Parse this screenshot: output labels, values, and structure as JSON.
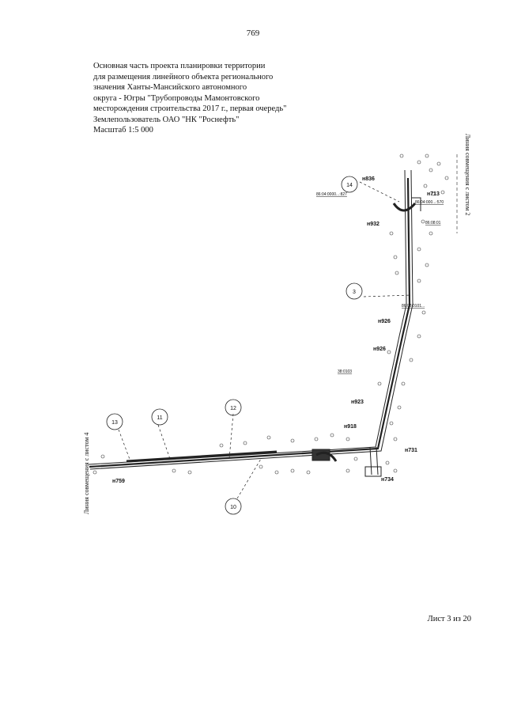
{
  "page_number": "769",
  "header": {
    "lines": [
      "Основная часть проекта планировки территории",
      "для размещения линейного объекта регионального",
      "значения Ханты-Мансийского автономного",
      "округа - Югры \"Трубопроводы Мамонтовского",
      "месторождения строительства 2017 г., первая очередь\"",
      "Землепользователь ОАО \"НК \"Роснефть\"",
      "Масштаб 1:5 000"
    ]
  },
  "map": {
    "side_label_right": "Линия совмещения с листом 2",
    "side_label_left": "Линия совмещения с листом 4",
    "callouts": [
      "14",
      "3",
      "13",
      "11",
      "12",
      "10"
    ],
    "point_labels": [
      "н836",
      "н713",
      "н932",
      "н926",
      "н926",
      "н923",
      "н918",
      "н731",
      "н734",
      "н759"
    ],
    "cadastral_labels": [
      "86:04:0000...:827",
      "86:04:000...:570",
      "86:08:01",
      "86:08:0101...",
      "38:0103"
    ]
  },
  "footer": {
    "sheet": "Лист 3 из 20"
  }
}
